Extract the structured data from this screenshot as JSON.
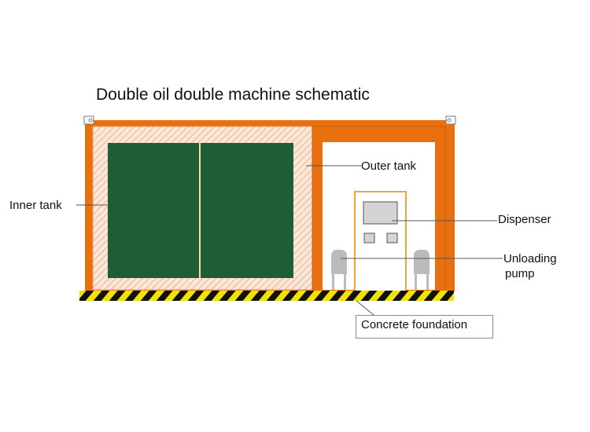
{
  "title": "Double oil double machine schematic",
  "labels": {
    "inner_tank": "Inner tank",
    "outer_tank": "Outer tank",
    "dispenser": "Dispenser",
    "unloading_pump_line1": "Unloading",
    "unloading_pump_line2": "pump",
    "concrete_foundation": "Concrete foundation"
  },
  "colors": {
    "container_frame": "#E8700F",
    "inner_tank": "#1F5E35",
    "outer_tank_hatch": "#F3CDB0",
    "dispenser_outline": "#F5A23D",
    "pump": "#BBBBBB",
    "foundation_stripe_dark": "#111111",
    "foundation_stripe_light": "#F2E200"
  }
}
